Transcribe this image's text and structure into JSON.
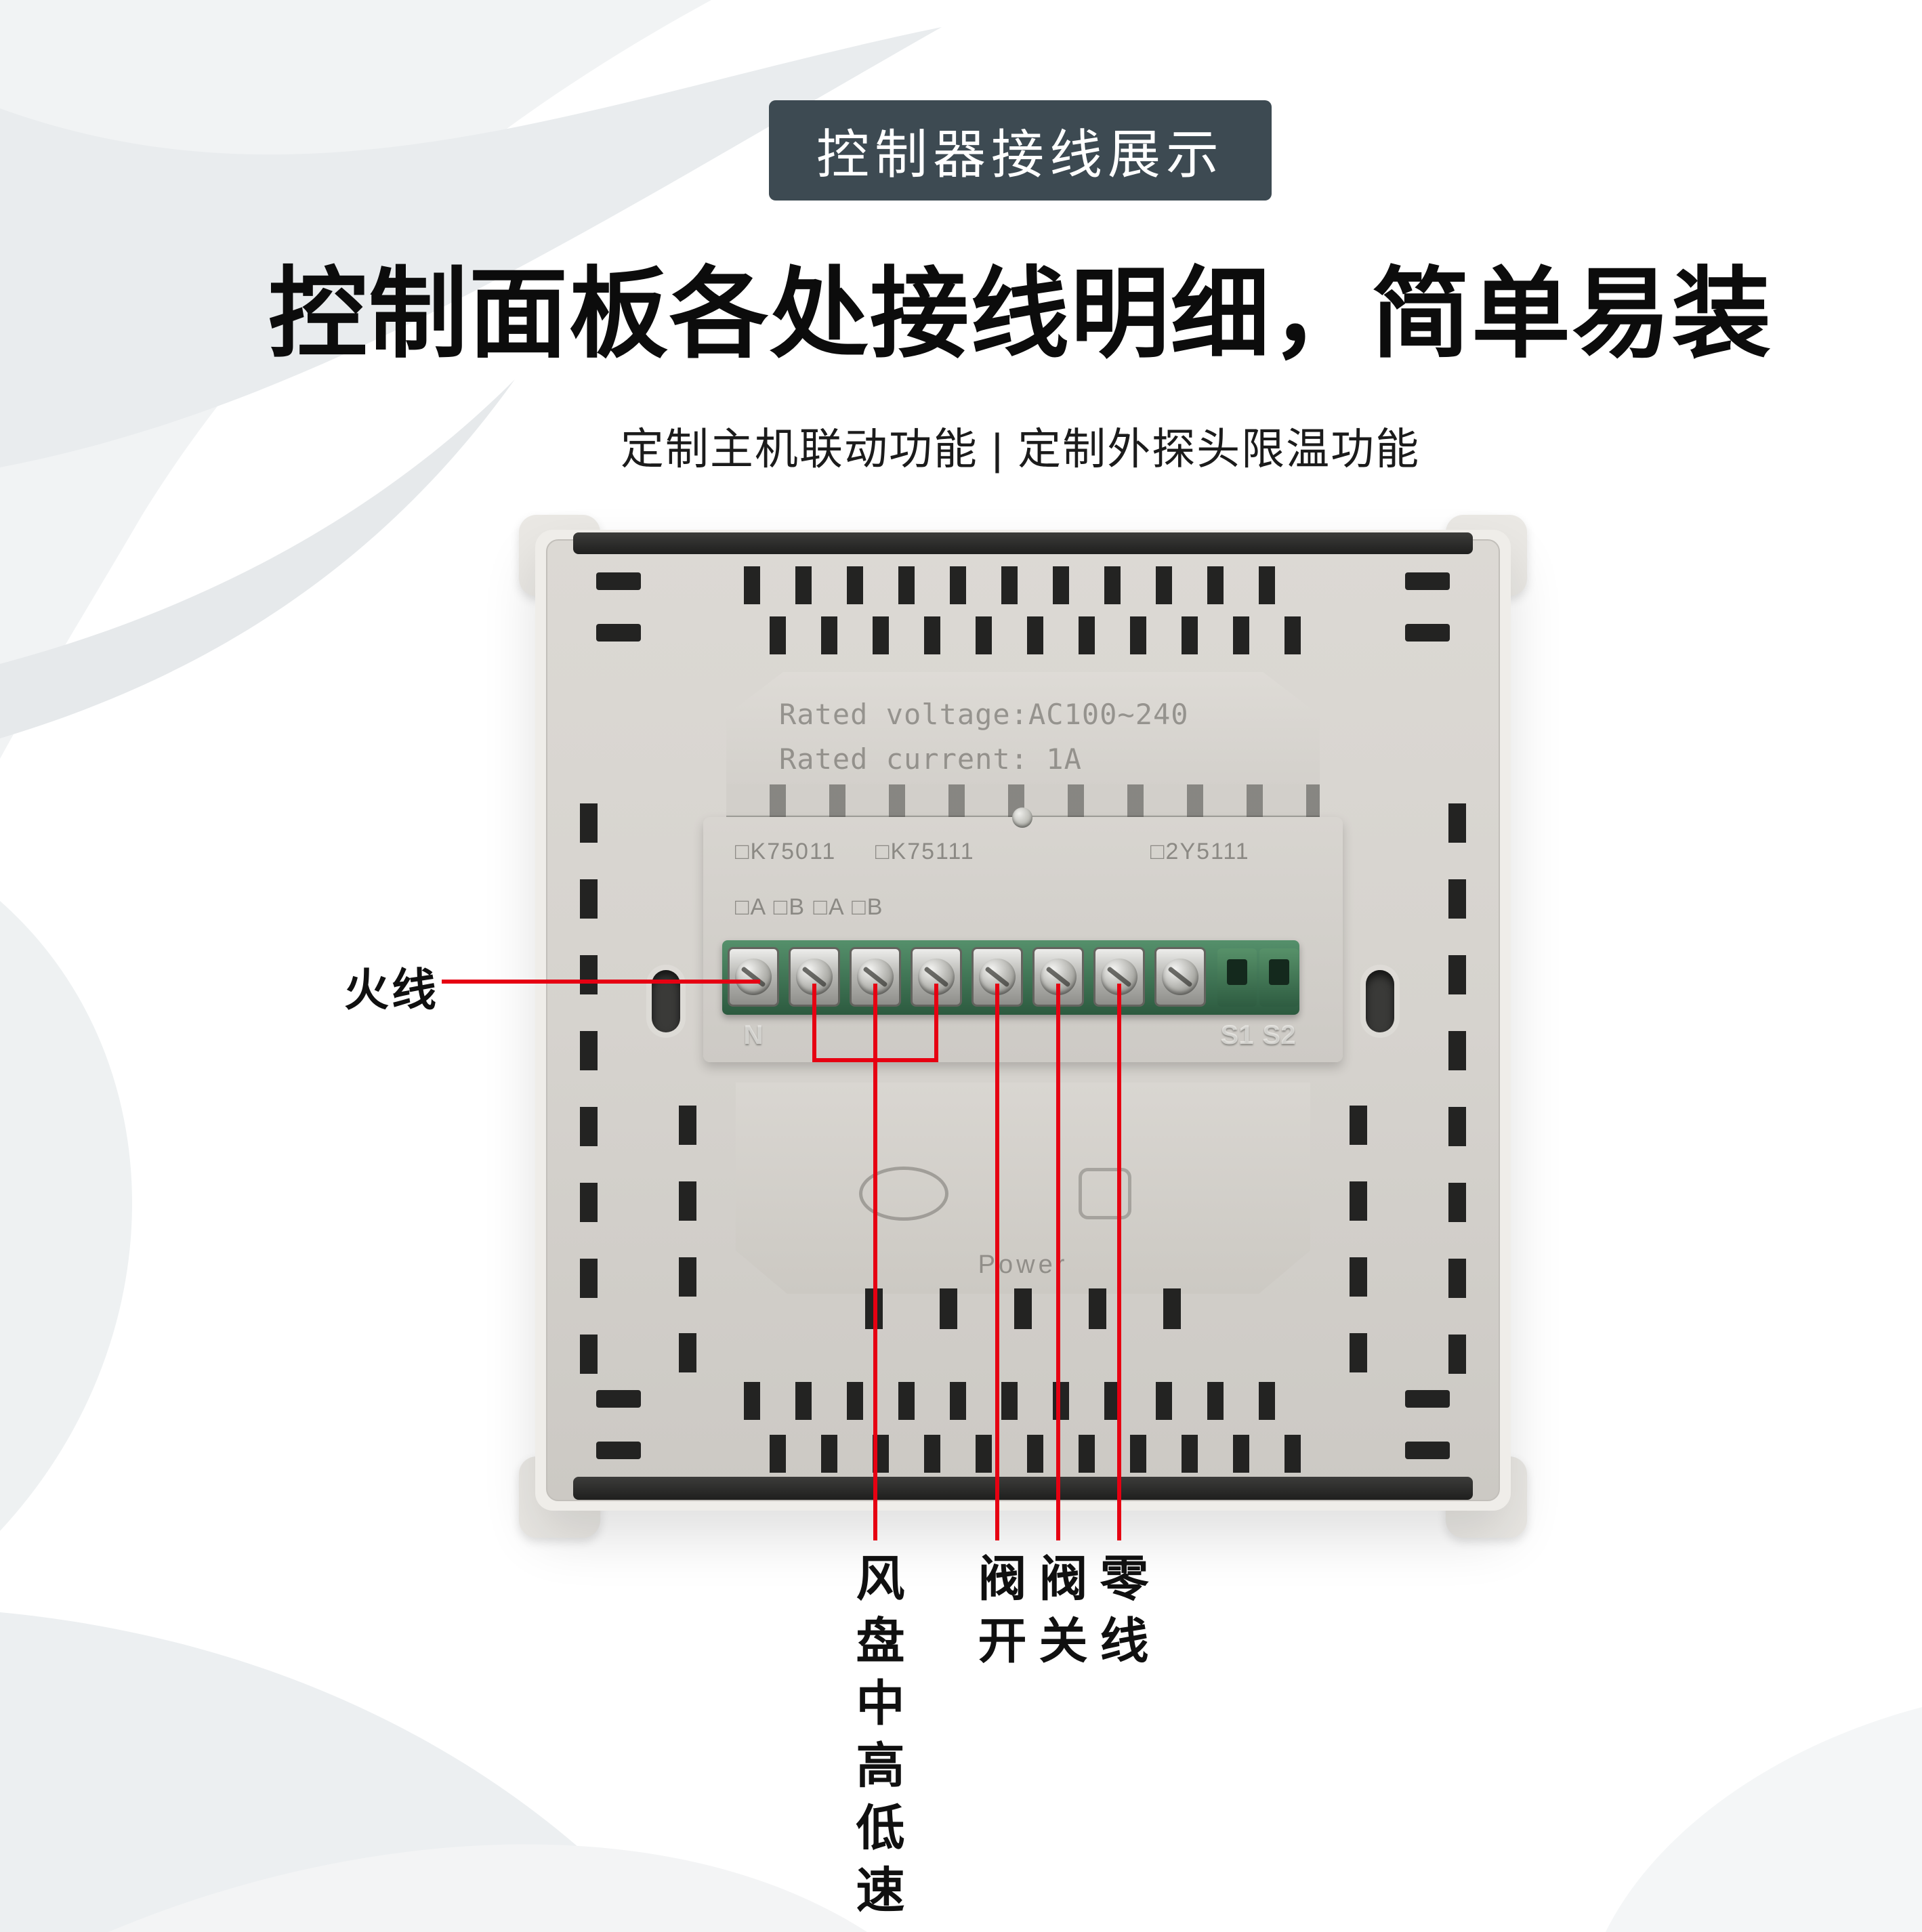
{
  "header": {
    "badge": "控制器接线展示",
    "title": "控制面板各处接线明细，简单易装",
    "subtitle": "定制主机联动功能 | 定制外探头限温功能"
  },
  "device": {
    "rated_voltage": "Rated voltage:AC100~240",
    "rated_current": "Rated current: 1A",
    "model_checkboxes": [
      "□K75011",
      "□K75111",
      "□2Y5111"
    ],
    "ab_checkboxes": "□A   □B    □A   □B",
    "terminal_labels": [
      "N",
      "",
      "",
      "",
      "",
      "",
      "",
      "",
      "S1",
      "S2"
    ],
    "power_label": "Power"
  },
  "annotations": {
    "live_wire": "火线",
    "fan_speed": "风盘中高低速",
    "valve_open": "阀开",
    "valve_close": "阀关",
    "neutral_wire": "零线"
  },
  "colors": {
    "annotation_line": "#e60012",
    "badge_bg": "#3d4a52",
    "panel_body": "#d6d3ce"
  }
}
